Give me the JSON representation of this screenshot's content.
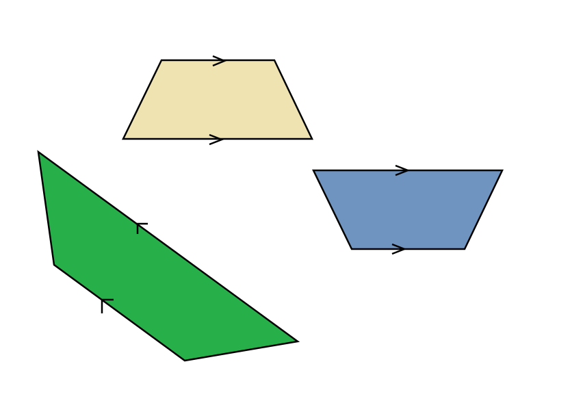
{
  "diagram": {
    "shapes": [
      {
        "id": "yellow-trapezoid",
        "kind": "trapezoid",
        "fill": "#efe3b2",
        "stroke": "#000000",
        "parallel_marker": "arrow"
      },
      {
        "id": "blue-trapezoid",
        "kind": "trapezoid",
        "fill": "#7094c0",
        "stroke": "#000000",
        "parallel_marker": "arrow"
      },
      {
        "id": "green-trapezoid",
        "kind": "trapezoid",
        "fill": "#27b04a",
        "stroke": "#000000",
        "parallel_marker": "hook"
      }
    ]
  }
}
